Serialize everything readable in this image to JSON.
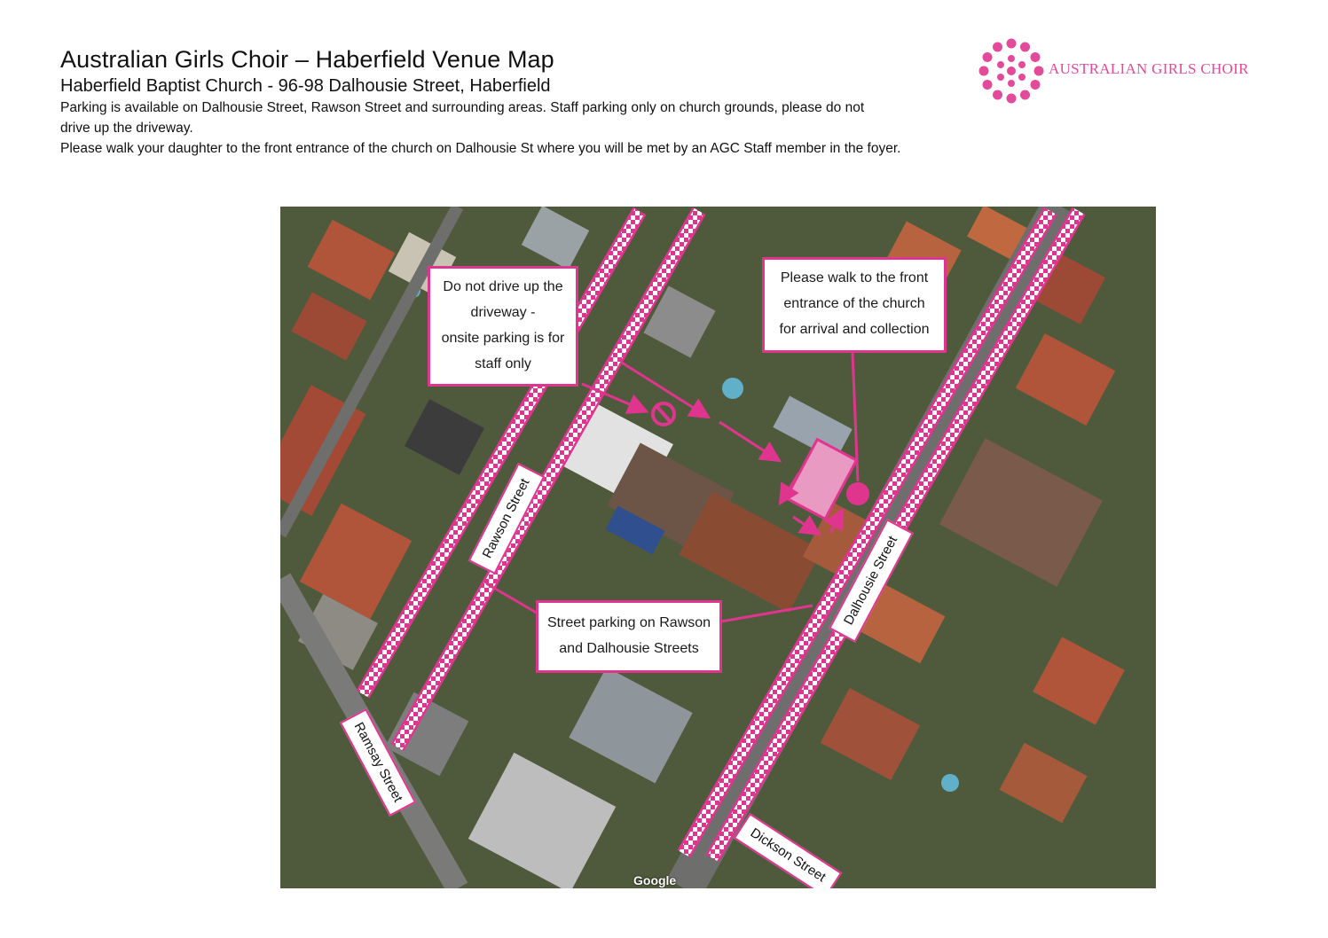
{
  "header": {
    "title": "Australian Girls Choir – Haberfield Venue Map",
    "subtitle": "Haberfield Baptist Church - 96-98 Dalhousie Street, Haberfield",
    "parking_line1": "Parking is available on Dalhousie Street, Rawson Street and surrounding areas. Staff parking only on church grounds, please do not",
    "parking_line2": "drive up the driveway.",
    "walk_line": "Please walk your daughter to the front entrance of the church on Dalhousie St where you will be met by an AGC Staff member in the foyer."
  },
  "logo": {
    "text": "AUSTRALIAN GIRLS CHOIR",
    "color": "#e34a9a"
  },
  "map": {
    "accent": "#e0358f",
    "attribution": "Google",
    "callouts": {
      "driveway": [
        "Do not drive up the",
        "driveway -",
        "onsite parking is for",
        "staff only"
      ],
      "entrance": [
        "Please walk to the front",
        "entrance of the church",
        "for arrival and collection"
      ],
      "parking": [
        "Street parking on Rawson",
        "and Dalhousie Streets"
      ]
    },
    "streets": {
      "rawson": "Rawson Street",
      "dalhousie": "Dalhousie Street",
      "ramsay": "Ramsay Street",
      "dickson": "Dickson Street"
    },
    "icons": [
      "no-entry-icon",
      "entrance-marker-icon",
      "direction-arrow-icon"
    ]
  }
}
